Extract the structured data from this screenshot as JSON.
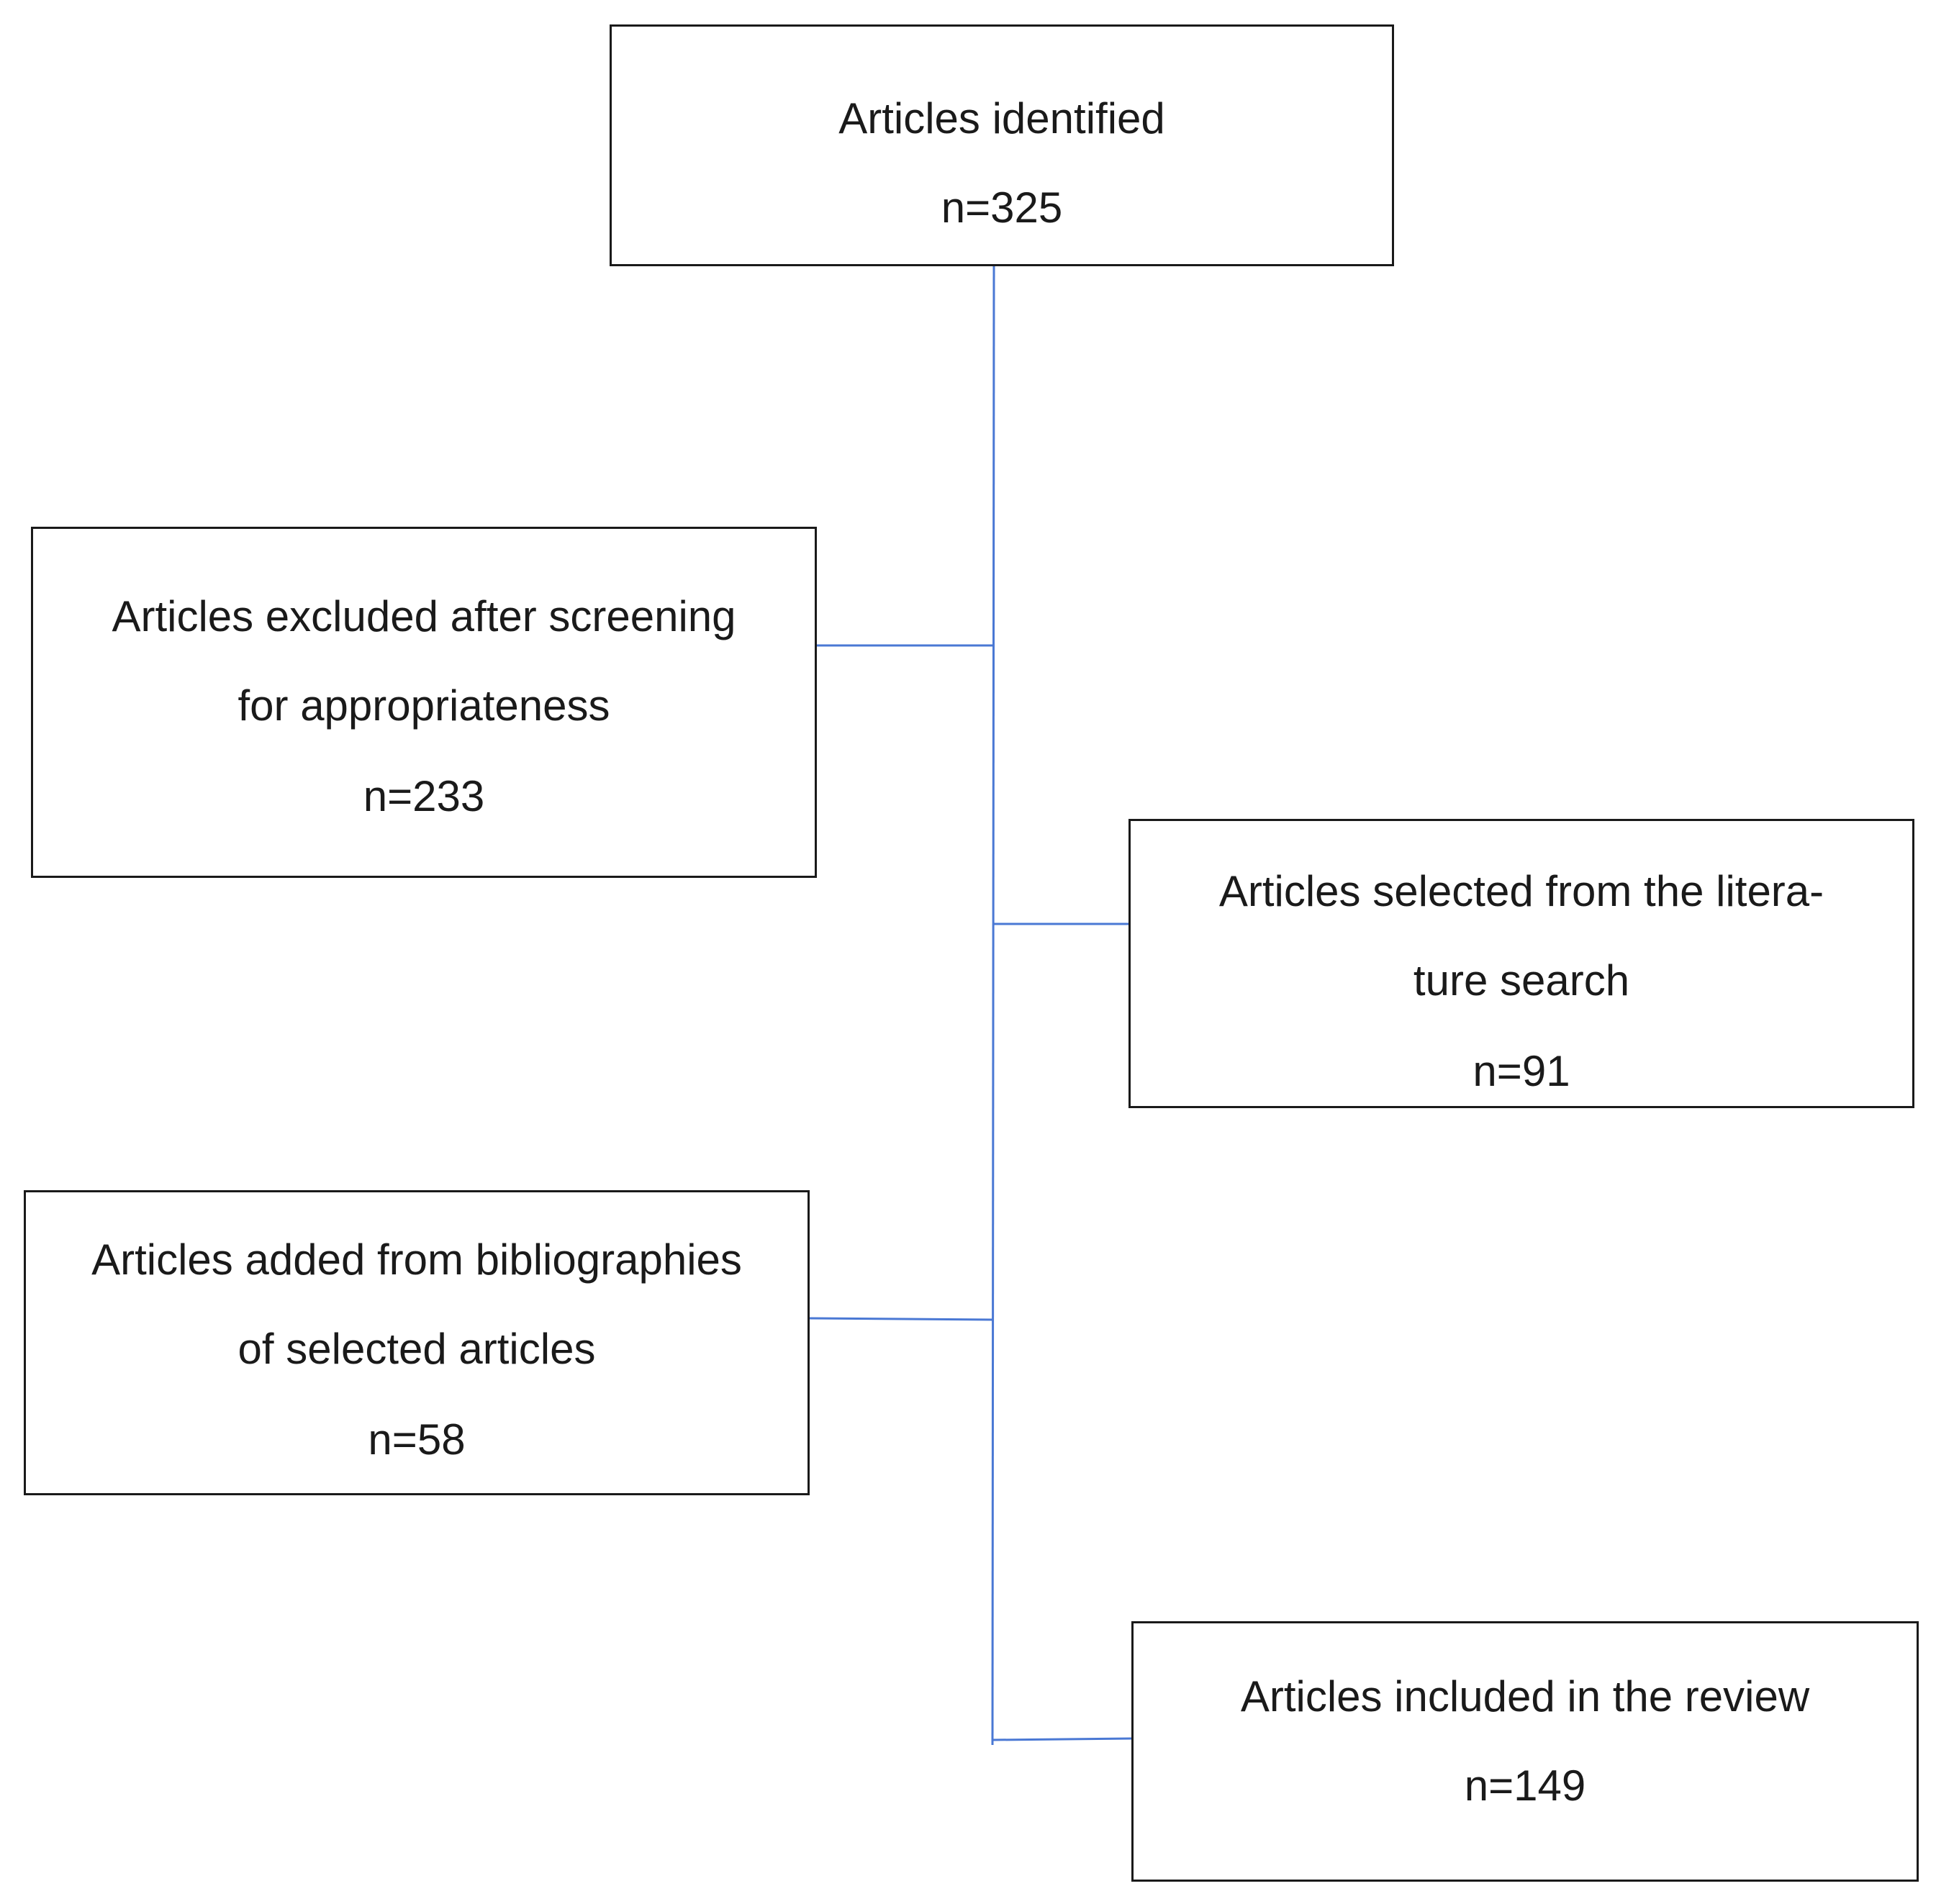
{
  "boxes": {
    "identified": {
      "lines": [
        "Articles identified",
        "n=325"
      ]
    },
    "excluded": {
      "lines": [
        "Articles excluded after screening",
        "for appropriateness",
        "n=233"
      ]
    },
    "selected": {
      "lines": [
        "Articles selected from the litera-",
        "ture search",
        "n=91"
      ]
    },
    "added": {
      "lines": [
        "Articles added from bibliographies",
        "of selected articles",
        "n=58"
      ]
    },
    "included": {
      "lines": [
        "Articles included in the review",
        "n=149"
      ]
    }
  },
  "colors": {
    "connector": "#4a78d4",
    "box_border": "#1a1a1a",
    "text": "#1a1a1a"
  }
}
